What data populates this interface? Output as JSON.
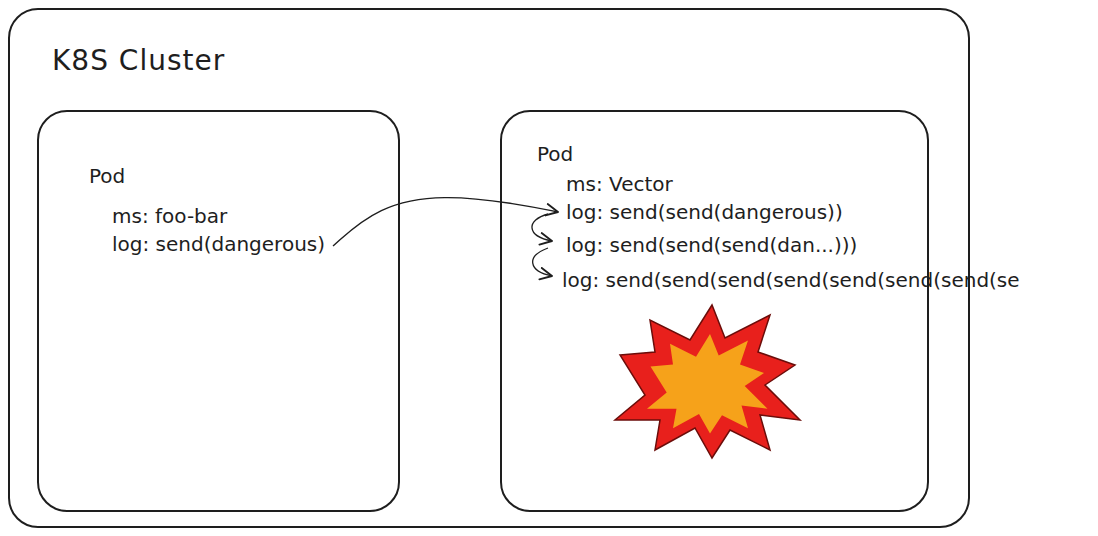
{
  "diagram": {
    "nodes": [
      {
        "text": [
          "K8S Cluster"
        ]
      },
      {
        "text": [
          "Pod",
          "ms: foo-bar",
          "log: send(dangerous)"
        ],
        "in": 0
      },
      {
        "text": [
          "Pod",
          "ms: Vector",
          "log: send(send(dangerous))",
          "log: send(send(send(dan...)))",
          "log: send(send(send(send(send(send(send(se"
        ],
        "in": 0
      }
    ],
    "edges": [
      {
        "from": 1,
        "to": 2,
        "arrow": "to"
      }
    ],
    "labels": [
      "BOOM"
    ]
  }
}
